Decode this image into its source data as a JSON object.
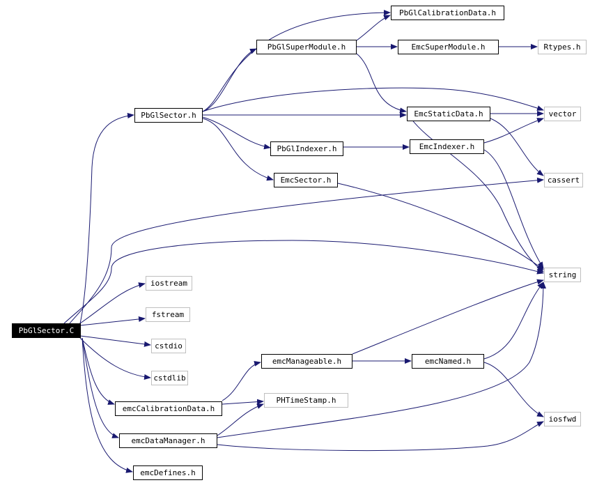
{
  "graph": {
    "edge_color": "#191970",
    "root_color": "#000000",
    "faint_border": "#bfbfbf",
    "nodes": {
      "root": "PbGlSector.C",
      "pbglsector_h": "PbGlSector.h",
      "pbglsupermodule_h": "PbGlSuperModule.h",
      "pbglcalibrationdata_h": "PbGlCalibrationData.h",
      "emcsupermodule_h": "EmcSuperModule.h",
      "rtypes_h": "Rtypes.h",
      "emcstaticdata_h": "EmcStaticData.h",
      "vector": "vector",
      "pbglindexer_h": "PbGlIndexer.h",
      "emcindexer_h": "EmcIndexer.h",
      "emcsector_h": "EmcSector.h",
      "cassert": "cassert",
      "string": "string",
      "iostream": "iostream",
      "fstream": "fstream",
      "cstdio": "cstdio",
      "cstdlib": "cstdlib",
      "emcmanageable_h": "emcManageable.h",
      "emcnamed_h": "emcNamed.h",
      "emccalibrationdata_h": "emcCalibrationData.h",
      "phtimestamp_h": "PHTimeStamp.h",
      "emcdatamanager_h": "emcDataManager.h",
      "iosfwd": "iosfwd",
      "emcdefines_h": "emcDefines.h"
    }
  }
}
